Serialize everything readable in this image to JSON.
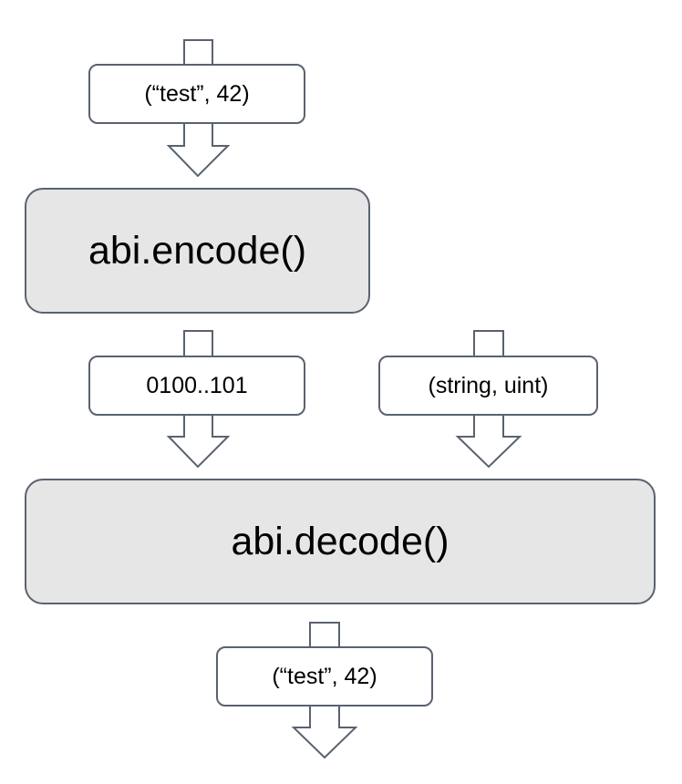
{
  "diagram": {
    "input_tuple": "(“test”, 42)",
    "encode_function": "abi.encode()",
    "encoded_bytes": "0100..101",
    "type_tuple": "(string, uint)",
    "decode_function": "abi.decode()",
    "output_tuple": "(“test”, 42)"
  },
  "colors": {
    "border": "#5a6270",
    "function_fill": "#e6e6e6",
    "data_fill": "#ffffff",
    "arrow_fill": "#ffffff"
  }
}
